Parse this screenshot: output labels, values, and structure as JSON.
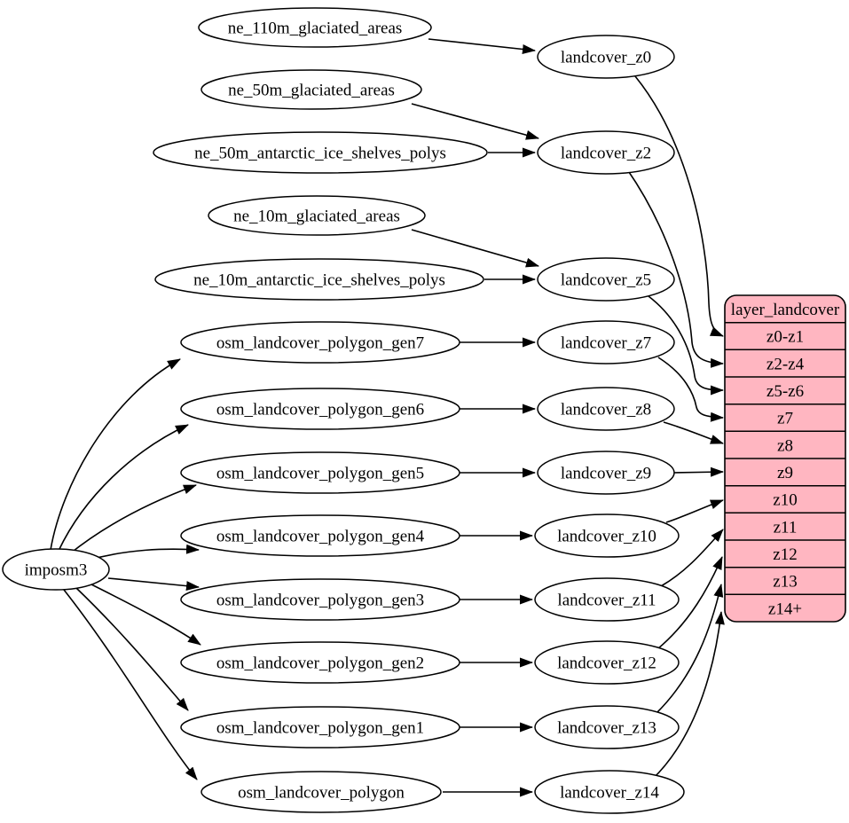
{
  "diagram": {
    "kind": "graphviz-data-flow-diagram",
    "background_color": "#ffffff",
    "stroke_color": "#000000",
    "importer": {
      "label": "imposm3"
    },
    "sources": [
      {
        "label": "ne_110m_glaciated_areas"
      },
      {
        "label": "ne_50m_glaciated_areas"
      },
      {
        "label": "ne_50m_antarctic_ice_shelves_polys"
      },
      {
        "label": "ne_10m_glaciated_areas"
      },
      {
        "label": "ne_10m_antarctic_ice_shelves_polys"
      },
      {
        "label": "osm_landcover_polygon_gen7"
      },
      {
        "label": "osm_landcover_polygon_gen6"
      },
      {
        "label": "osm_landcover_polygon_gen5"
      },
      {
        "label": "osm_landcover_polygon_gen4"
      },
      {
        "label": "osm_landcover_polygon_gen3"
      },
      {
        "label": "osm_landcover_polygon_gen2"
      },
      {
        "label": "osm_landcover_polygon_gen1"
      },
      {
        "label": "osm_landcover_polygon"
      }
    ],
    "generalized_tables": [
      {
        "label": "landcover_z0"
      },
      {
        "label": "landcover_z2"
      },
      {
        "label": "landcover_z5"
      },
      {
        "label": "landcover_z7"
      },
      {
        "label": "landcover_z8"
      },
      {
        "label": "landcover_z9"
      },
      {
        "label": "landcover_z10"
      },
      {
        "label": "landcover_z11"
      },
      {
        "label": "landcover_z12"
      },
      {
        "label": "landcover_z13"
      },
      {
        "label": "landcover_z14"
      }
    ],
    "layer_record": {
      "title": "layer_landcover",
      "fill_color": "#ffb6c1",
      "rows": [
        {
          "label": "z0-z1"
        },
        {
          "label": "z2-z4"
        },
        {
          "label": "z5-z6"
        },
        {
          "label": "z7"
        },
        {
          "label": "z8"
        },
        {
          "label": "z9"
        },
        {
          "label": "z10"
        },
        {
          "label": "z11"
        },
        {
          "label": "z12"
        },
        {
          "label": "z13"
        },
        {
          "label": "z14+"
        }
      ]
    },
    "edges": [
      {
        "from": "imposm3",
        "to": "osm_landcover_polygon_gen7"
      },
      {
        "from": "imposm3",
        "to": "osm_landcover_polygon_gen6"
      },
      {
        "from": "imposm3",
        "to": "osm_landcover_polygon_gen5"
      },
      {
        "from": "imposm3",
        "to": "osm_landcover_polygon_gen4"
      },
      {
        "from": "imposm3",
        "to": "osm_landcover_polygon_gen3"
      },
      {
        "from": "imposm3",
        "to": "osm_landcover_polygon_gen2"
      },
      {
        "from": "imposm3",
        "to": "osm_landcover_polygon_gen1"
      },
      {
        "from": "imposm3",
        "to": "osm_landcover_polygon"
      },
      {
        "from": "ne_110m_glaciated_areas",
        "to": "landcover_z0"
      },
      {
        "from": "ne_50m_glaciated_areas",
        "to": "landcover_z2"
      },
      {
        "from": "ne_50m_antarctic_ice_shelves_polys",
        "to": "landcover_z2"
      },
      {
        "from": "ne_10m_glaciated_areas",
        "to": "landcover_z5"
      },
      {
        "from": "ne_10m_antarctic_ice_shelves_polys",
        "to": "landcover_z5"
      },
      {
        "from": "osm_landcover_polygon_gen7",
        "to": "landcover_z7"
      },
      {
        "from": "osm_landcover_polygon_gen6",
        "to": "landcover_z8"
      },
      {
        "from": "osm_landcover_polygon_gen5",
        "to": "landcover_z9"
      },
      {
        "from": "osm_landcover_polygon_gen4",
        "to": "landcover_z10"
      },
      {
        "from": "osm_landcover_polygon_gen3",
        "to": "landcover_z11"
      },
      {
        "from": "osm_landcover_polygon_gen2",
        "to": "landcover_z12"
      },
      {
        "from": "osm_landcover_polygon_gen1",
        "to": "landcover_z13"
      },
      {
        "from": "osm_landcover_polygon",
        "to": "landcover_z14"
      },
      {
        "from": "landcover_z0",
        "to": "layer_landcover:z0-z1"
      },
      {
        "from": "landcover_z2",
        "to": "layer_landcover:z2-z4"
      },
      {
        "from": "landcover_z5",
        "to": "layer_landcover:z5-z6"
      },
      {
        "from": "landcover_z7",
        "to": "layer_landcover:z7"
      },
      {
        "from": "landcover_z8",
        "to": "layer_landcover:z8"
      },
      {
        "from": "landcover_z9",
        "to": "layer_landcover:z9"
      },
      {
        "from": "landcover_z10",
        "to": "layer_landcover:z10"
      },
      {
        "from": "landcover_z11",
        "to": "layer_landcover:z11"
      },
      {
        "from": "landcover_z12",
        "to": "layer_landcover:z12"
      },
      {
        "from": "landcover_z13",
        "to": "layer_landcover:z13"
      },
      {
        "from": "landcover_z14",
        "to": "layer_landcover:z14+"
      }
    ]
  }
}
